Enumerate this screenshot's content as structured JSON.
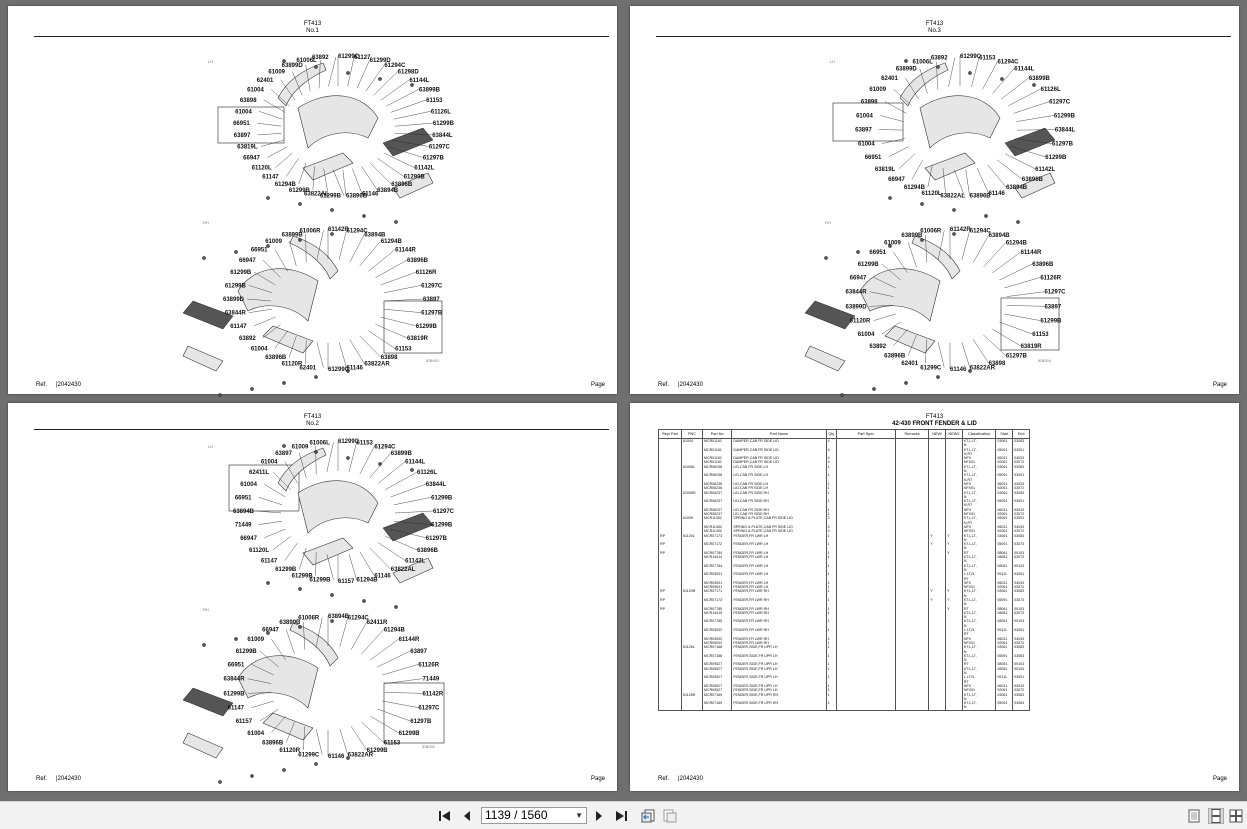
{
  "viewer": {
    "page_indicator": "1139 / 1560"
  },
  "pages": [
    {
      "model": "FT413",
      "sheet": "No.1",
      "ref_label": "Ref.",
      "ref_value": "|2042430",
      "page_label": "Page",
      "lh_tag": "LH",
      "rh_tag": "RH",
      "stamp": "IEB001",
      "labels_lh": [
        "61299C",
        "61127",
        "61299D",
        "61294C",
        "61298D",
        "61144L",
        "63899B",
        "61153",
        "61126L",
        "61299B",
        "63844L",
        "61297C",
        "61297B",
        "61142L",
        "61299B",
        "63896B",
        "63894B",
        "61146",
        "63896B",
        "61299B",
        "63822AL",
        "61299B",
        "61294B",
        "61147",
        "61120L",
        "66947",
        "63819L",
        "63897",
        "66951",
        "61004",
        "63898",
        "61004",
        "62401",
        "61009",
        "63899D",
        "61006L",
        "63892"
      ],
      "labels_rh": [
        "61142R",
        "61294C",
        "63894B",
        "61294B",
        "61144R",
        "63896B",
        "61126R",
        "61297C",
        "63897",
        "61297B",
        "61299B",
        "63819R",
        "61153",
        "63898",
        "63822AR",
        "61146",
        "61299C",
        "62401",
        "61120R",
        "63896B",
        "61004",
        "63892",
        "61147",
        "63844R",
        "63899D",
        "61299B",
        "61299B",
        "66947",
        "66951",
        "61009",
        "63899B",
        "61006R"
      ]
    },
    {
      "model": "FT413",
      "sheet": "No.3",
      "ref_label": "Ref.",
      "ref_value": "|2042430",
      "page_label": "Page",
      "lh_tag": "LH",
      "rh_tag": "RH",
      "stamp": "IEB004",
      "labels_lh": [
        "61299C",
        "61153",
        "61294C",
        "61144L",
        "63899B",
        "61126L",
        "61297C",
        "61299B",
        "63844L",
        "61297B",
        "61299B",
        "61142L",
        "63896B",
        "63894B",
        "61146",
        "63896B",
        "63822AL",
        "61120L",
        "61294B",
        "66947",
        "63819L",
        "66951",
        "61004",
        "63897",
        "61004",
        "63898",
        "61009",
        "62401",
        "63899D",
        "61006L",
        "63892"
      ],
      "labels_rh": [
        "61142R",
        "61294C",
        "63894B",
        "61294B",
        "61144R",
        "63896B",
        "61126R",
        "61297C",
        "63897",
        "61299B",
        "61153",
        "63819R",
        "61297B",
        "63898",
        "63822AR",
        "61146",
        "61299C",
        "62401",
        "63896B",
        "63892",
        "61004",
        "61120R",
        "63899D",
        "63844R",
        "66947",
        "61299B",
        "66951",
        "61009",
        "63899B",
        "61006R"
      ]
    },
    {
      "model": "FT413",
      "sheet": "No.2",
      "ref_label": "Ref.",
      "ref_value": "|2042430",
      "page_label": "Page",
      "lh_tag": "LH",
      "rh_tag": "RH",
      "stamp": "IEB002",
      "labels_lh": [
        "61299C",
        "61153",
        "61294C",
        "63899B",
        "61144L",
        "61126L",
        "63844L",
        "61299B",
        "61297C",
        "61299B",
        "61297B",
        "63896B",
        "61142L",
        "63822AL",
        "61146",
        "61294B",
        "61157",
        "61299B",
        "61299B",
        "61299B",
        "61147",
        "61120L",
        "66947",
        "71449",
        "63894B",
        "66951",
        "61004",
        "62411L",
        "61004",
        "63897",
        "61009",
        "61006L"
      ],
      "labels_rh": [
        "63894B",
        "61294C",
        "62411R",
        "61294B",
        "61144R",
        "63897",
        "61126R",
        "71449",
        "61142R",
        "61297C",
        "61297B",
        "61299B",
        "61153",
        "61299B",
        "63822AR",
        "61146",
        "61299C",
        "61120R",
        "63896B",
        "61004",
        "61157",
        "61147",
        "61299B",
        "63844R",
        "66951",
        "61299B",
        "61009",
        "66947",
        "63899B",
        "61006R"
      ]
    },
    {
      "model": "FT413",
      "section_title": "42-430 FRONT FENDER & LID",
      "ref_label": "Ref.",
      "ref_value": "|2042430",
      "page_label": "Page",
      "columns": [
        "Repl Part",
        "PNC",
        "Part No",
        "Part Name",
        "Qty",
        "Part Spec",
        "Remarks",
        "NEW!",
        "NEW2",
        "Classification",
        "Start",
        "End"
      ],
      "rows": [
        [
          "",
          "61004",
          "MCR01161",
          "DAMPER,CAB FR SIDE LID",
          "4",
          "",
          "",
          "",
          "",
          "KT,L,LT,",
          "03061",
          "03083"
        ],
        [
          "",
          "",
          "",
          "",
          "",
          "",
          "",
          "",
          "",
          "N",
          "",
          ""
        ],
        [
          "",
          "",
          "MCR01161",
          "DAMPER,CAB FR SIDE LID",
          "4",
          "",
          "",
          "",
          "",
          "KT,L,LT,",
          "05091",
          "03051"
        ],
        [
          "",
          "",
          "",
          "",
          "",
          "",
          "",
          "",
          "",
          "N,RT",
          "",
          ""
        ],
        [
          "",
          "",
          "MCR01161",
          "DAMPER,CAB FR SIDE LID",
          "4",
          "",
          "",
          "",
          "",
          "NFX",
          "06031",
          "04033"
        ],
        [
          "",
          "",
          "MCR01161",
          "DAMPER,CAB FR SIDE LID",
          "4",
          "",
          "",
          "",
          "",
          "NFX01",
          "92061",
          "03072"
        ],
        [
          "",
          "61006L",
          "MCR06236",
          "LID,CAB FR SIDE,LH",
          "1",
          "",
          "",
          "",
          "",
          "KT,L,LT,",
          "03061",
          "03083"
        ],
        [
          "",
          "",
          "",
          "",
          "",
          "",
          "",
          "",
          "",
          "N",
          "",
          ""
        ],
        [
          "",
          "",
          "MCR06236",
          "LID,CAB FR SIDE,LH",
          "1",
          "",
          "",
          "",
          "",
          "KT,L,LT,",
          "05091",
          "03051"
        ],
        [
          "",
          "",
          "",
          "",
          "",
          "",
          "",
          "",
          "",
          "N,RT",
          "",
          ""
        ],
        [
          "",
          "",
          "MCR06236",
          "LID,CAB FR SIDE,LH",
          "1",
          "",
          "",
          "",
          "",
          "NFX",
          "06031",
          "04033"
        ],
        [
          "",
          "",
          "MCR06236",
          "LID,CAB FR SIDE,LH",
          "1",
          "",
          "",
          "",
          "",
          "NFX01",
          "92061",
          "03072"
        ],
        [
          "",
          "61006R",
          "MCR06237",
          "LID,CAB FR SIDE,RH",
          "1",
          "",
          "",
          "",
          "",
          "KT,L,LT,",
          "03061",
          "03083"
        ],
        [
          "",
          "",
          "",
          "",
          "",
          "",
          "",
          "",
          "",
          "N",
          "",
          ""
        ],
        [
          "",
          "",
          "MCR06237",
          "LID,CAB FR SIDE,RH",
          "1",
          "",
          "",
          "",
          "",
          "KT,L,LT,",
          "05091",
          "03051"
        ],
        [
          "",
          "",
          "",
          "",
          "",
          "",
          "",
          "",
          "",
          "N,RT",
          "",
          ""
        ],
        [
          "",
          "",
          "MCR06237",
          "LID,CAB FR SIDE,RH",
          "1",
          "",
          "",
          "",
          "",
          "NFX",
          "06031",
          "04033"
        ],
        [
          "",
          "",
          "MCR06237",
          "LID,CAB FR SIDE,RH",
          "1",
          "",
          "",
          "",
          "",
          "NFX01",
          "92061",
          "03072"
        ],
        [
          "",
          "61009",
          "MCR11452",
          "SPRING & PLATE,CAB FR SIDE LID",
          "2",
          "",
          "",
          "",
          "",
          "KT,L,LT,",
          "05091",
          "03051"
        ],
        [
          "",
          "",
          "",
          "",
          "",
          "",
          "",
          "",
          "",
          "N,RT",
          "",
          ""
        ],
        [
          "",
          "",
          "MCR11452",
          "SPRING & PLATE,CAB FR SIDE LID",
          "2",
          "",
          "",
          "",
          "",
          "NFX",
          "06031",
          "04033"
        ],
        [
          "",
          "",
          "MCR11452",
          "SPRING & PLATE,CAB FR SIDE LID",
          "2",
          "",
          "",
          "",
          "",
          "NFX01",
          "92061",
          "03072"
        ],
        [
          "RP",
          "61120L",
          "MCR07173",
          "FENDER,FR LWR LH",
          "1",
          "",
          "",
          "Y",
          "Y",
          "KT,L,LT,",
          "03061",
          "03083"
        ],
        [
          "",
          "",
          "",
          "",
          "",
          "",
          "",
          "",
          "",
          "N",
          "",
          ""
        ],
        [
          "RP",
          "",
          "MCR07172",
          "FENDER,FR LWR LH",
          "1",
          "",
          "",
          "Y",
          "Y",
          "KT,L,LT,",
          "05091",
          "03073"
        ],
        [
          "",
          "",
          "",
          "",
          "",
          "",
          "",
          "",
          "",
          "N",
          "",
          ""
        ],
        [
          "RP",
          "",
          "MCR07784",
          "FENDER,FR LWR LH",
          "1",
          "",
          "",
          "",
          "Y",
          "RT",
          "08081",
          "09103"
        ],
        [
          "",
          "",
          "MCR14414",
          "FENDER,FR LWR LH",
          "1",
          "",
          "",
          "",
          "",
          "KT,L,LT,",
          "08081",
          "03073"
        ],
        [
          "",
          "",
          "",
          "",
          "",
          "",
          "",
          "",
          "",
          "N",
          "",
          ""
        ],
        [
          "",
          "",
          "MCR07784",
          "FENDER,FR LWR LH",
          "1",
          "",
          "",
          "",
          "",
          "KT,L,LT,",
          "08081",
          "09103"
        ],
        [
          "",
          "",
          "",
          "",
          "",
          "",
          "",
          "",
          "",
          "N",
          "",
          ""
        ],
        [
          "",
          "",
          "MCR09531",
          "FENDER,FR LWR LH",
          "1",
          "",
          "",
          "",
          "",
          "L,LT,N,",
          "09111",
          "03051"
        ],
        [
          "",
          "",
          "",
          "",
          "",
          "",
          "",
          "",
          "",
          "RT",
          "",
          ""
        ],
        [
          "",
          "",
          "MCR09531",
          "FENDER,FR LWR LH",
          "1",
          "",
          "",
          "",
          "",
          "NFX",
          "06031",
          "04033"
        ],
        [
          "",
          "",
          "MCR09531",
          "FENDER,FR LWR LH",
          "1",
          "",
          "",
          "",
          "",
          "NFX01",
          "92061",
          "03072"
        ],
        [
          "RP",
          "61120R",
          "MCR07171",
          "FENDER,FR LWR RH",
          "1",
          "",
          "",
          "Y",
          "Y",
          "KT,L,LT,",
          "03061",
          "03083"
        ],
        [
          "",
          "",
          "",
          "",
          "",
          "",
          "",
          "",
          "",
          "N",
          "",
          ""
        ],
        [
          "RP",
          "",
          "MCR07173",
          "FENDER,FR LWR RH",
          "1",
          "",
          "",
          "Y",
          "Y",
          "KT,L,LT,",
          "05091",
          "03073"
        ],
        [
          "",
          "",
          "",
          "",
          "",
          "",
          "",
          "",
          "",
          "N",
          "",
          ""
        ],
        [
          "RP",
          "",
          "MCR07785",
          "FENDER,FR LWR RH",
          "1",
          "",
          "",
          "",
          "Y",
          "RT",
          "08081",
          "09103"
        ],
        [
          "",
          "",
          "MCR14415",
          "FENDER,FR LWR RH",
          "1",
          "",
          "",
          "",
          "",
          "KT,L,LT,",
          "08081",
          "03073"
        ],
        [
          "",
          "",
          "",
          "",
          "",
          "",
          "",
          "",
          "",
          "N",
          "",
          ""
        ],
        [
          "",
          "",
          "MCR07785",
          "FENDER,FR LWR RH",
          "1",
          "",
          "",
          "",
          "",
          "KT,L,LT,",
          "08081",
          "09103"
        ],
        [
          "",
          "",
          "",
          "",
          "",
          "",
          "",
          "",
          "",
          "N",
          "",
          ""
        ],
        [
          "",
          "",
          "MCR09532",
          "FENDER,FR LWR RH",
          "1",
          "",
          "",
          "",
          "",
          "L,LT,N,",
          "09111",
          "03051"
        ],
        [
          "",
          "",
          "",
          "",
          "",
          "",
          "",
          "",
          "",
          "RT",
          "",
          ""
        ],
        [
          "",
          "",
          "MCR09532",
          "FENDER,FR LWR RH",
          "1",
          "",
          "",
          "",
          "",
          "NFX",
          "06031",
          "04033"
        ],
        [
          "",
          "",
          "MCR09532",
          "FENDER,FR LWR RH",
          "1",
          "",
          "",
          "",
          "",
          "NFX01",
          "92061",
          "03072"
        ],
        [
          "",
          "61126L",
          "MCR07168",
          "FENDER,SIDE,FR UPR LH",
          "1",
          "",
          "",
          "",
          "",
          "KT,L,LT,",
          "03061",
          "03083"
        ],
        [
          "",
          "",
          "",
          "",
          "",
          "",
          "",
          "",
          "",
          "N",
          "",
          ""
        ],
        [
          "",
          "",
          "MCR07168",
          "FENDER,SIDE,FR UPR LH",
          "1",
          "",
          "",
          "",
          "",
          "KT,L,LT,",
          "05091",
          "03083"
        ],
        [
          "",
          "",
          "",
          "",
          "",
          "",
          "",
          "",
          "",
          "N",
          "",
          ""
        ],
        [
          "",
          "",
          "MCR09527",
          "FENDER,SIDE,FR UPR LH",
          "1",
          "",
          "",
          "",
          "",
          "RT",
          "08081",
          "09103"
        ],
        [
          "",
          "",
          "MCR09527",
          "FENDER,SIDE,FR UPR LH",
          "1",
          "",
          "",
          "",
          "",
          "KT,L,LT,",
          "08081",
          "09103"
        ],
        [
          "",
          "",
          "",
          "",
          "",
          "",
          "",
          "",
          "",
          "N",
          "",
          ""
        ],
        [
          "",
          "",
          "MCR09527",
          "FENDER,SIDE,FR UPR LH",
          "1",
          "",
          "",
          "",
          "",
          "L,LT,N,",
          "09111",
          "03051"
        ],
        [
          "",
          "",
          "",
          "",
          "",
          "",
          "",
          "",
          "",
          "RT",
          "",
          ""
        ],
        [
          "",
          "",
          "MCR09527",
          "FENDER,SIDE,FR UPR LH",
          "1",
          "",
          "",
          "",
          "",
          "NFX",
          "06031",
          "04033"
        ],
        [
          "",
          "",
          "MCR09527",
          "FENDER,SIDE,FR UPR LH",
          "1",
          "",
          "",
          "",
          "",
          "NFX01",
          "92061",
          "03072"
        ],
        [
          "",
          "61126R",
          "MCR07169",
          "FENDER,SIDE,FR UPR RH",
          "1",
          "",
          "",
          "",
          "",
          "KT,L,LT,",
          "03061",
          "03083"
        ],
        [
          "",
          "",
          "",
          "",
          "",
          "",
          "",
          "",
          "",
          "N",
          "",
          ""
        ],
        [
          "",
          "",
          "MCR07169",
          "FENDER,SIDE,FR UPR RH",
          "1",
          "",
          "",
          "",
          "",
          "KT,L,LT,",
          "05091",
          "03083"
        ],
        [
          "",
          "",
          "",
          "",
          "",
          "",
          "",
          "",
          "",
          "N",
          "",
          ""
        ]
      ]
    }
  ]
}
